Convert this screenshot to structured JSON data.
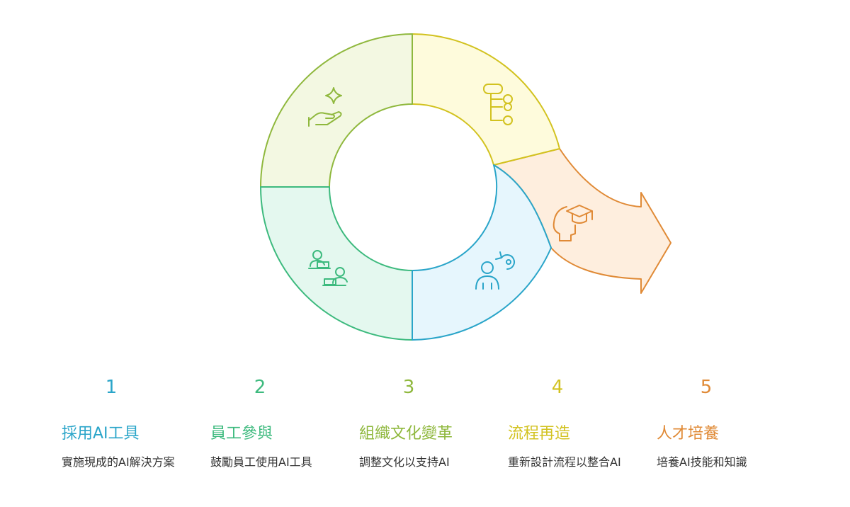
{
  "steps": [
    {
      "number": "1",
      "title": "採用AI工具",
      "description": "實施現成的AI解決方案",
      "color": "#2aa5c9",
      "fill": "#e6f6fd",
      "icon": "hand-star-icon"
    },
    {
      "number": "2",
      "title": "員工參與",
      "description": "鼓勵員工使用AI工具",
      "color": "#3dba7e",
      "fill": "#e4f8ef",
      "icon": "people-laptops-icon"
    },
    {
      "number": "3",
      "title": "組織文化變革",
      "description": "調整文化以支持AI",
      "color": "#8fb83d",
      "fill": "#f3f8e2",
      "icon": "person-refresh-icon"
    },
    {
      "number": "4",
      "title": "流程再造",
      "description": "重新設計流程以整合AI",
      "color": "#d2c21f",
      "fill": "#fefbdc",
      "icon": "flowchart-icon"
    },
    {
      "number": "5",
      "title": "人才培養",
      "description": "培養AI技能和知識",
      "color": "#e08a36",
      "fill": "#feeede",
      "icon": "graduate-head-icon"
    }
  ]
}
